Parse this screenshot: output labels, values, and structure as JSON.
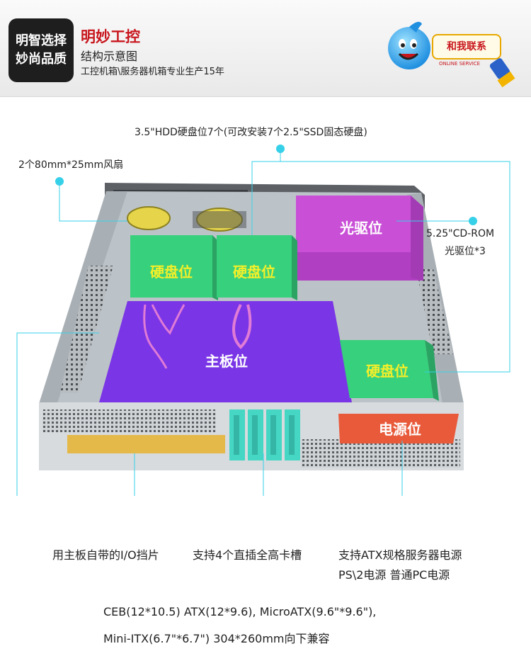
{
  "header": {
    "badge_line1": "明智选择",
    "badge_line2": "妙尚品质",
    "brand": "明妙工控",
    "subtitle": "结构示意图",
    "tagline": "工控机箱\\服务器机箱专业生产15年",
    "contact_label": "和我联系",
    "online_service": "ONLINE SERVICE"
  },
  "callouts": {
    "hdd_bays": "3.5\"HDD硬盘位7个(可改安装7个2.5\"SSD固态硬盘)",
    "fans": "2个80mm*25mm风扇",
    "cdrom_line1": "5.25\"CD-ROM",
    "cdrom_line2": "光驱位*3",
    "io_shield": "用主板自带的I/O挡片",
    "slots": "支持4个直插全高卡槽",
    "psu_line1": "支持ATX规格服务器电源",
    "psu_line2": "PS\\2电源 普通PC电源",
    "mb_line1": "CEB(12*10.5) ATX(12*9.6), MicroATX(9.6\"*9.6\"),",
    "mb_line2": "Mini-ITX(6.7\"*6.7\") 304*260mm向下兼容"
  },
  "zones": {
    "hdd1": "硬盘位",
    "hdd2": "硬盘位",
    "optical": "光驱位",
    "motherboard": "主板位",
    "hdd3": "硬盘位",
    "psu": "电源位"
  },
  "colors": {
    "callout_line": "#36d0e8",
    "hdd": "#37d07c",
    "optical": "#c84fd6",
    "motherboard": "#7a35e6",
    "psu": "#e85a3a",
    "slots": "#46d6c4",
    "io": "#e5b84a",
    "fan": "#e6d54a",
    "zone_text_yellow": "#f3ef2a",
    "zone_text_white": "#ffffff",
    "brand_red": "#c8161d"
  }
}
